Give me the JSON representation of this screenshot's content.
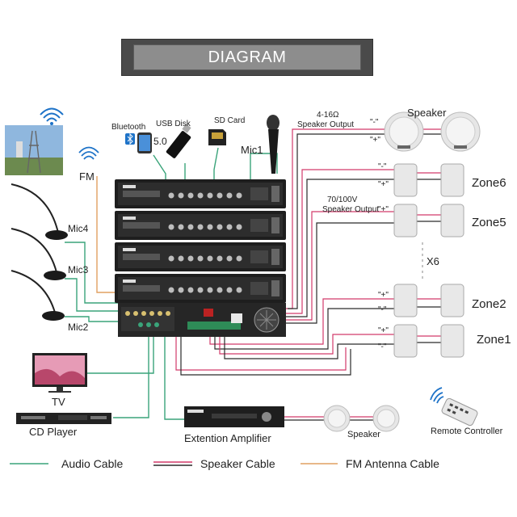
{
  "title": "DIAGRAM",
  "inputs": {
    "bluetooth": "Bluetooth",
    "bluetooth_version": "5.0",
    "usb": "USB Disk",
    "sd": "SD Card",
    "mic1": "Mic1",
    "fm": "FM",
    "mic4": "Mic4",
    "mic3": "Mic3",
    "mic2": "Mic2",
    "tv": "TV",
    "cd": "CD Player"
  },
  "outputs": {
    "low_imp_line1": "4-16Ω",
    "low_imp_line2": "Speaker Output",
    "speaker_title": "Speaker",
    "hv_line1": "70/100V",
    "hv_line2": "Speaker Output",
    "zone6": "Zone6",
    "zone5": "Zone5",
    "multiplier": "X6",
    "zone2": "Zone2",
    "zone1": "Zone1",
    "plus": "+",
    "minus": "\"-\"",
    "plus_q": "\"+\""
  },
  "extension": {
    "amplifier": "Extention Amplifier",
    "speaker": "Speaker",
    "remote": "Remote Controller"
  },
  "legend": {
    "audio": "Audio Cable",
    "speaker": "Speaker Cable",
    "fm": "FM Antenna Cable"
  },
  "colors": {
    "audio_cable": "#3aa47a",
    "speaker_red": "#d23a6a",
    "speaker_dark": "#2a2a2a",
    "fm_cable": "#e0a060",
    "rack": "#1e1e1e",
    "bluetooth": "#1e73c8"
  }
}
